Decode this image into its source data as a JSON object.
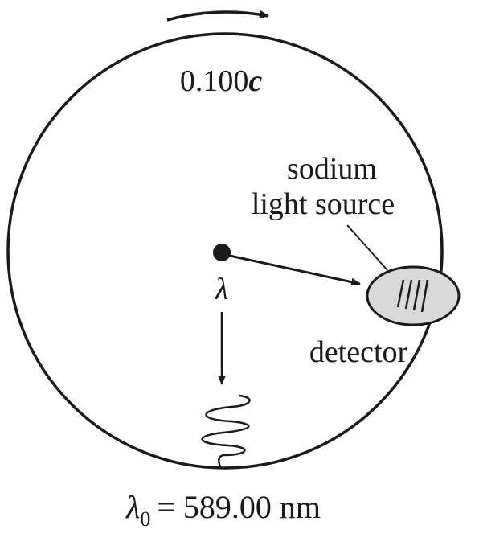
{
  "speed": {
    "value": "0.100",
    "unit": "c"
  },
  "source_label": {
    "line1": "sodium",
    "line2": "light source"
  },
  "center_label": "λ",
  "detector_label": "detector",
  "emitted_wavelength": {
    "symbol": "λ",
    "subscript": "0",
    "equals": "=",
    "value": "589.00 nm"
  },
  "colors": {
    "stroke": "#1a1a1a",
    "detector_fill": "#d9d9d9"
  }
}
